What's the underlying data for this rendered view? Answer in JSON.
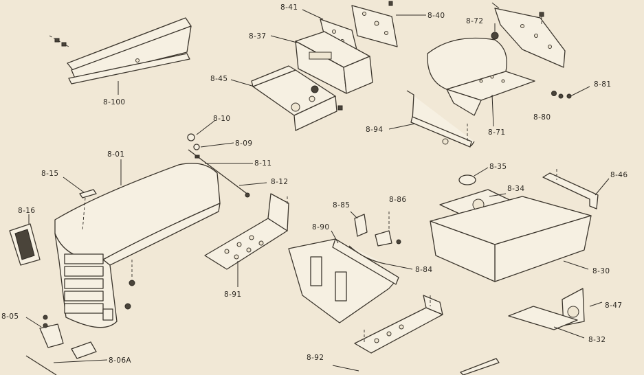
{
  "labels": [
    {
      "id": "8-100",
      "text": "8-100"
    },
    {
      "id": "8-41",
      "text": "8-41"
    },
    {
      "id": "8-40",
      "text": "8-40"
    },
    {
      "id": "8-37",
      "text": "8-37"
    },
    {
      "id": "8-45",
      "text": "8-45"
    },
    {
      "id": "8-72",
      "text": "8-72"
    },
    {
      "id": "8-81",
      "text": "8-81"
    },
    {
      "id": "8-80",
      "text": "8-80"
    },
    {
      "id": "8-94",
      "text": "8-94"
    },
    {
      "id": "8-71",
      "text": "8-71"
    },
    {
      "id": "8-10",
      "text": "8-10"
    },
    {
      "id": "8-09",
      "text": "8-09"
    },
    {
      "id": "8-11",
      "text": "8-11"
    },
    {
      "id": "8-12",
      "text": "8-12"
    },
    {
      "id": "8-01",
      "text": "8-01"
    },
    {
      "id": "8-15",
      "text": "8-15"
    },
    {
      "id": "8-16",
      "text": "8-16"
    },
    {
      "id": "8-05",
      "text": "8-05"
    },
    {
      "id": "8-06A",
      "text": "8-06A"
    },
    {
      "id": "8-91",
      "text": "8-91"
    },
    {
      "id": "8-85",
      "text": "8-85"
    },
    {
      "id": "8-86",
      "text": "8-86"
    },
    {
      "id": "8-90",
      "text": "8-90"
    },
    {
      "id": "8-84",
      "text": "8-84"
    },
    {
      "id": "8-92",
      "text": "8-92"
    },
    {
      "id": "8-35",
      "text": "8-35"
    },
    {
      "id": "8-34",
      "text": "8-34"
    },
    {
      "id": "8-46",
      "text": "8-46"
    },
    {
      "id": "8-30",
      "text": "8-30"
    },
    {
      "id": "8-47",
      "text": "8-47"
    },
    {
      "id": "8-32",
      "text": "8-32"
    }
  ]
}
